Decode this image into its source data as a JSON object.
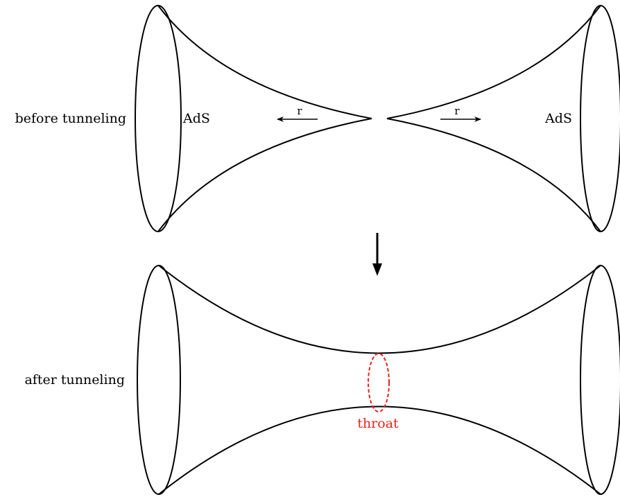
{
  "before": {
    "label": "before tunneling",
    "left_region": "AdS",
    "right_region": "AdS",
    "left_arrow_label": "r",
    "right_arrow_label": "r"
  },
  "after": {
    "label": "after tunneling",
    "throat_label": "throat"
  },
  "colors": {
    "line": "#000000",
    "throat": "#e8221a"
  }
}
